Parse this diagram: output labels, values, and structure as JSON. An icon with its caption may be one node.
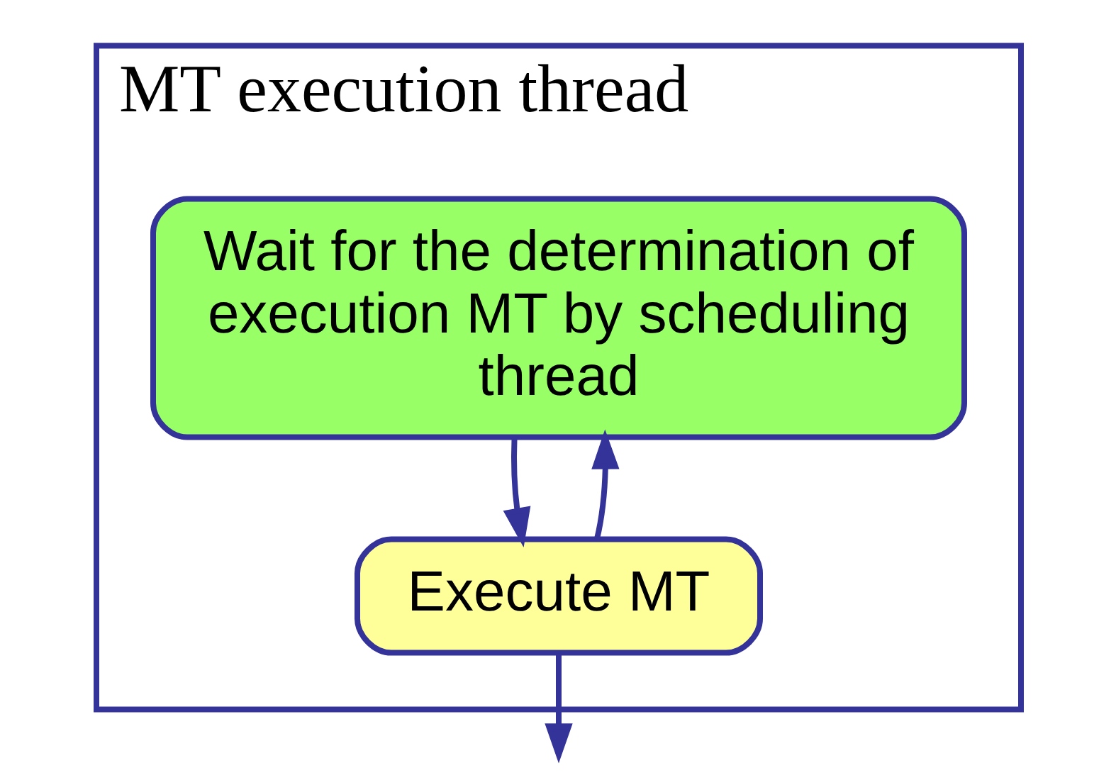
{
  "diagram": {
    "nodes": [
      {
        "text": [
          "MT execution thread"
        ]
      },
      {
        "text": [
          "Wait for the determination of execution MT by scheduling thread"
        ],
        "in": 0
      },
      {
        "text": [
          "Execute MT"
        ],
        "in": 0
      }
    ],
    "edges": [
      {
        "from": 1,
        "to": 2,
        "arrow": "to"
      },
      {
        "from": 2,
        "to": 1,
        "arrow": "to"
      },
      {
        "from": 2,
        "to": null,
        "arrow": "to"
      }
    ]
  }
}
